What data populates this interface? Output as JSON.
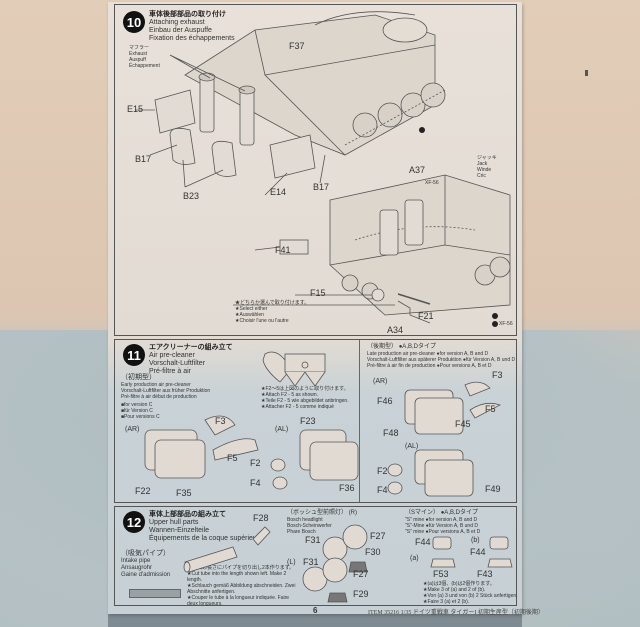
{
  "document": {
    "page_number": "6",
    "footer_item": "ITEM 35216  1/35 ドイツ重戦車 タイガーI 初期生産型（初期後期）"
  },
  "step10": {
    "number": "10",
    "title_jp": "車体後部部品の取り付け",
    "title_en": "Attaching exhaust",
    "title_de": "Einbau der Auspuffe",
    "title_fr": "Fixation des échappements",
    "muffler_jp": "マフラー",
    "muffler_en": "Exhaust",
    "muffler_de": "Auspuff",
    "muffler_fr": "Échappement",
    "jack_jp": "ジャッキ",
    "jack_en": "Jack",
    "jack_de": "Winde",
    "jack_fr": "Cric",
    "paint": "XF-56",
    "select_jp": "★どちらか選んで取り付けます。",
    "select_en": "★Select either",
    "select_de": "★Auswählen",
    "select_fr": "★Choisir l'une ou l'autre",
    "parts": {
      "f37": "F37",
      "e15": "E15",
      "b17a": "B17",
      "b23": "B23",
      "e14": "E14",
      "b17b": "B17",
      "a37": "A37",
      "f41": "F41",
      "f15": "F15",
      "f21": "F21",
      "a34": "A34"
    }
  },
  "step11": {
    "number": "11",
    "title_jp": "エアクリーナーの組み立て",
    "title_en": "Air pre-cleaner",
    "title_de": "Vorschalt-Luftfilter",
    "title_fr": "Pré-filtre à air",
    "early_jp": "（初期型）",
    "early_en": "Early production air pre-cleaner",
    "early_de": "Vorschalt-Luftfilter aus früher Produktion",
    "early_fr": "Pré-filtre à air début de production",
    "early_ver_en": "■for version C",
    "early_ver_de": "■für Version C",
    "early_ver_fr": "■Pour versions C",
    "attach_jp": "★F2〜5は上図のように取り付けます。",
    "attach_en": "★Attach F2 - 5 as shown.",
    "attach_de": "★Teile F2 - 5 wie abgebildet anbringen.",
    "attach_fr": "★Attacher F2 - 5 comme indiqué",
    "late_jp": "（後期型）",
    "late_type": "●A,B,Dタイプ",
    "late_en": "Late production air pre-cleaner ●for version A, B and D",
    "late_de": "Vorschalt-Luftfilter aus späterer Produktion ●für Version A, B und D",
    "late_fr": "Pré-filtre à air fin de production ●Pour versions A, B et D",
    "ar": "(AR)",
    "al": "(AL)",
    "parts": {
      "f3": "F3",
      "f5": "F5",
      "f22": "F22",
      "f35": "F35",
      "f23": "F23",
      "f2": "F2",
      "f4": "F4",
      "f36": "F36",
      "f46": "F46",
      "f48": "F48",
      "f45": "F45",
      "f49": "F49"
    }
  },
  "step12": {
    "number": "12",
    "title_jp": "車体上部部品の組み立て",
    "title_en": "Upper hull parts",
    "title_de": "Wannen-Einzelteile",
    "title_fr": "Équipements de la coque supérieure",
    "intake_jp": "（吸気パイプ）",
    "intake_en": "Intake pipe",
    "intake_de": "Ansaugrohr",
    "intake_fr": "Gaine d'admission",
    "cut_jp": "★左図の長さにパイプを切り出し2本作ります。",
    "cut_en": "★Cut tube into the length shown left. Make 2 length.",
    "cut_de": "★Schlauch gemäß Abbildung abschneiden. Zwei Abschnitte anfertigen.",
    "cut_fr": "★Couper le tube à la longueur indiquée. Faire deux longueurs.",
    "bosch_jp": "（ボッシュ型前照灯）",
    "bosch_en": "Bosch headlight",
    "bosch_de": "Bosch-Scheinwerfer",
    "bosch_fr": "Phare Bosch",
    "r": "(R)",
    "l": "(L)",
    "smine_jp": "（Sマイン）",
    "smine_type": "●A,B,Dタイプ",
    "smine_en": "\"S\" mine",
    "smine_de": "\"S\"-Mine",
    "smine_fr": "\"S\" mine",
    "smine_ver_en": "●for version A, B and D",
    "smine_ver_de": "●für Version A, B und D",
    "smine_ver_fr": "●Pour versions A, B et D",
    "a": "(a)",
    "b": "(b)",
    "make_jp": "★(a)は3個、(b)は2個作ります。",
    "make_en": "★Make 3 of (a) and 2 of (b).",
    "make_de": "★Von (a) 3 und von (b) 2 Stück anfertigen.",
    "make_fr": "★Faire 3 (a) et 2 (b).",
    "parts": {
      "f28": "F28",
      "f31a": "F31",
      "f27a": "F27",
      "f30": "F30",
      "f31b": "F31",
      "f27b": "F27",
      "f29": "F29",
      "f44a": "F44",
      "f53": "F53",
      "f44b": "F44",
      "f43": "F43"
    }
  }
}
